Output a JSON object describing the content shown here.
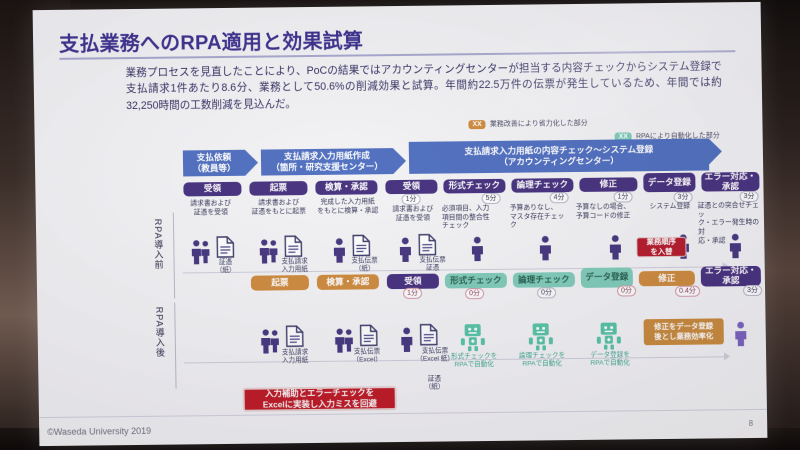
{
  "slide": {
    "title": "支払業務へのRPA適用と効果試算",
    "lead": "業務プロセスを見直したことにより、PoCの結果ではアカウンティングセンターが担当する内容チェックからシステム登録で支払請求1件あたり8.6分、業務として50.6%の削減効果と試算。年間約22.5万件の伝票が発生しているため、年間では約32,250時間の工数削減を見込んだ。",
    "footer": "©Waseda University 2019",
    "page_number": "8"
  },
  "legend": [
    {
      "tag": "XX",
      "label": "業務改善により省力化した部分",
      "color": "#cf8b3c"
    },
    {
      "tag": "XX",
      "label": "RPAにより自動化した部分",
      "color": "#7fcdba"
    }
  ],
  "lanes": {
    "pre_label": "RPA導入前",
    "post_label": "RPA導入後"
  },
  "org_bands": [
    {
      "name": "支払依頼",
      "sub": "（教員等）"
    },
    {
      "name": "支払請求入力用紙作成",
      "sub": "（箇所・研究支援センター）"
    },
    {
      "name": "支払請求入力用紙の内容チェック～システム登録",
      "sub": "（アカウンティングセンター）"
    }
  ],
  "pre_steps": [
    {
      "label": "受領",
      "time": "",
      "desc": "請求書および\n証憑を受領",
      "style": "purple"
    },
    {
      "label": "起票",
      "time": "",
      "desc": "請求書および\n証憑をもとに起票",
      "style": "purple"
    },
    {
      "label": "検算・承認",
      "time": "",
      "desc": "完成した入力用紙\nをもとに検算・承認",
      "style": "purple"
    },
    {
      "label": "受領",
      "time": "1分",
      "desc": "請求書および\n証憑を受領",
      "style": "purple"
    },
    {
      "label": "形式チェック",
      "time": "5分",
      "desc": "必須項目、入力\n項目間の整合性\nチェック",
      "style": "purple"
    },
    {
      "label": "論理チェック",
      "time": "4分",
      "desc": "予算ありなし、\nマスタ存在チェッ\nク",
      "style": "purple"
    },
    {
      "label": "修正",
      "time": "1分",
      "desc": "予算なしの場合、\n予算コードの修正",
      "style": "purple"
    },
    {
      "label": "データ登録",
      "time": "3分",
      "desc": "システム登録",
      "style": "purple"
    },
    {
      "label": "エラー対応・承認",
      "time": "3分",
      "desc": "証憑との突合せチェッ\nク・エラー発生時の対\n応・承認",
      "style": "purple"
    }
  ],
  "post_steps": [
    {
      "label": "起票",
      "time": "",
      "desc": "",
      "style": "orange"
    },
    {
      "label": "検算・承認",
      "time": "",
      "desc": "",
      "style": "orange"
    },
    {
      "label": "受領",
      "time": "1分",
      "desc": "",
      "style": "purple"
    },
    {
      "label": "形式チェック",
      "time": "0分",
      "desc": "",
      "style": "teal"
    },
    {
      "label": "論理チェック",
      "time": "0分",
      "desc": "",
      "style": "teal"
    },
    {
      "label": "データ登録",
      "time": "0分",
      "desc": "",
      "style": "teal"
    },
    {
      "label": "修正",
      "time": "0.4分",
      "desc": "",
      "style": "orange"
    },
    {
      "label": "エラー対応・承認",
      "time": "3分",
      "desc": "",
      "style": "purple"
    }
  ],
  "pre_artifacts": [
    {
      "label": "証憑",
      "sub": "（紙）"
    },
    {
      "label": "支払請求",
      "sub": "入力用紙"
    },
    {
      "label": "支払伝票",
      "sub": "（紙）"
    },
    {
      "label": "支払伝票",
      "sub": "証憑"
    }
  ],
  "post_artifacts": [
    {
      "label": "支払請求",
      "sub": "入力用紙"
    },
    {
      "label": "支払伝票",
      "sub": "（Excel）"
    },
    {
      "label": "支払伝票",
      "sub": "（Excel 紙）"
    },
    {
      "label": "証憑",
      "sub": "（紙）"
    }
  ],
  "post_artifact_note": "（Excel）",
  "robot_captions": [
    "形式チェックを\nRPAで自動化",
    "論理チェックを\nRPAで自動化",
    "データ登録を\nRPAで自動化"
  ],
  "callouts": {
    "swap_order": "業務順序\nを入替",
    "excel_note": "入力補助とエラーチェックを\nExcelに実装し入力ミスを回避",
    "fix_after": "修正をデータ登録\n後とし業務効率化"
  }
}
